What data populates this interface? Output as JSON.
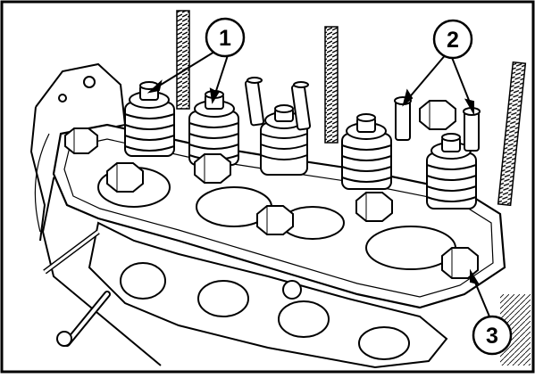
{
  "callouts": [
    {
      "id": "1",
      "label": "1"
    },
    {
      "id": "2",
      "label": "2"
    },
    {
      "id": "3",
      "label": "3"
    }
  ],
  "colors": {
    "ink": "#000000",
    "paper": "#ffffff",
    "border": "#000000"
  }
}
